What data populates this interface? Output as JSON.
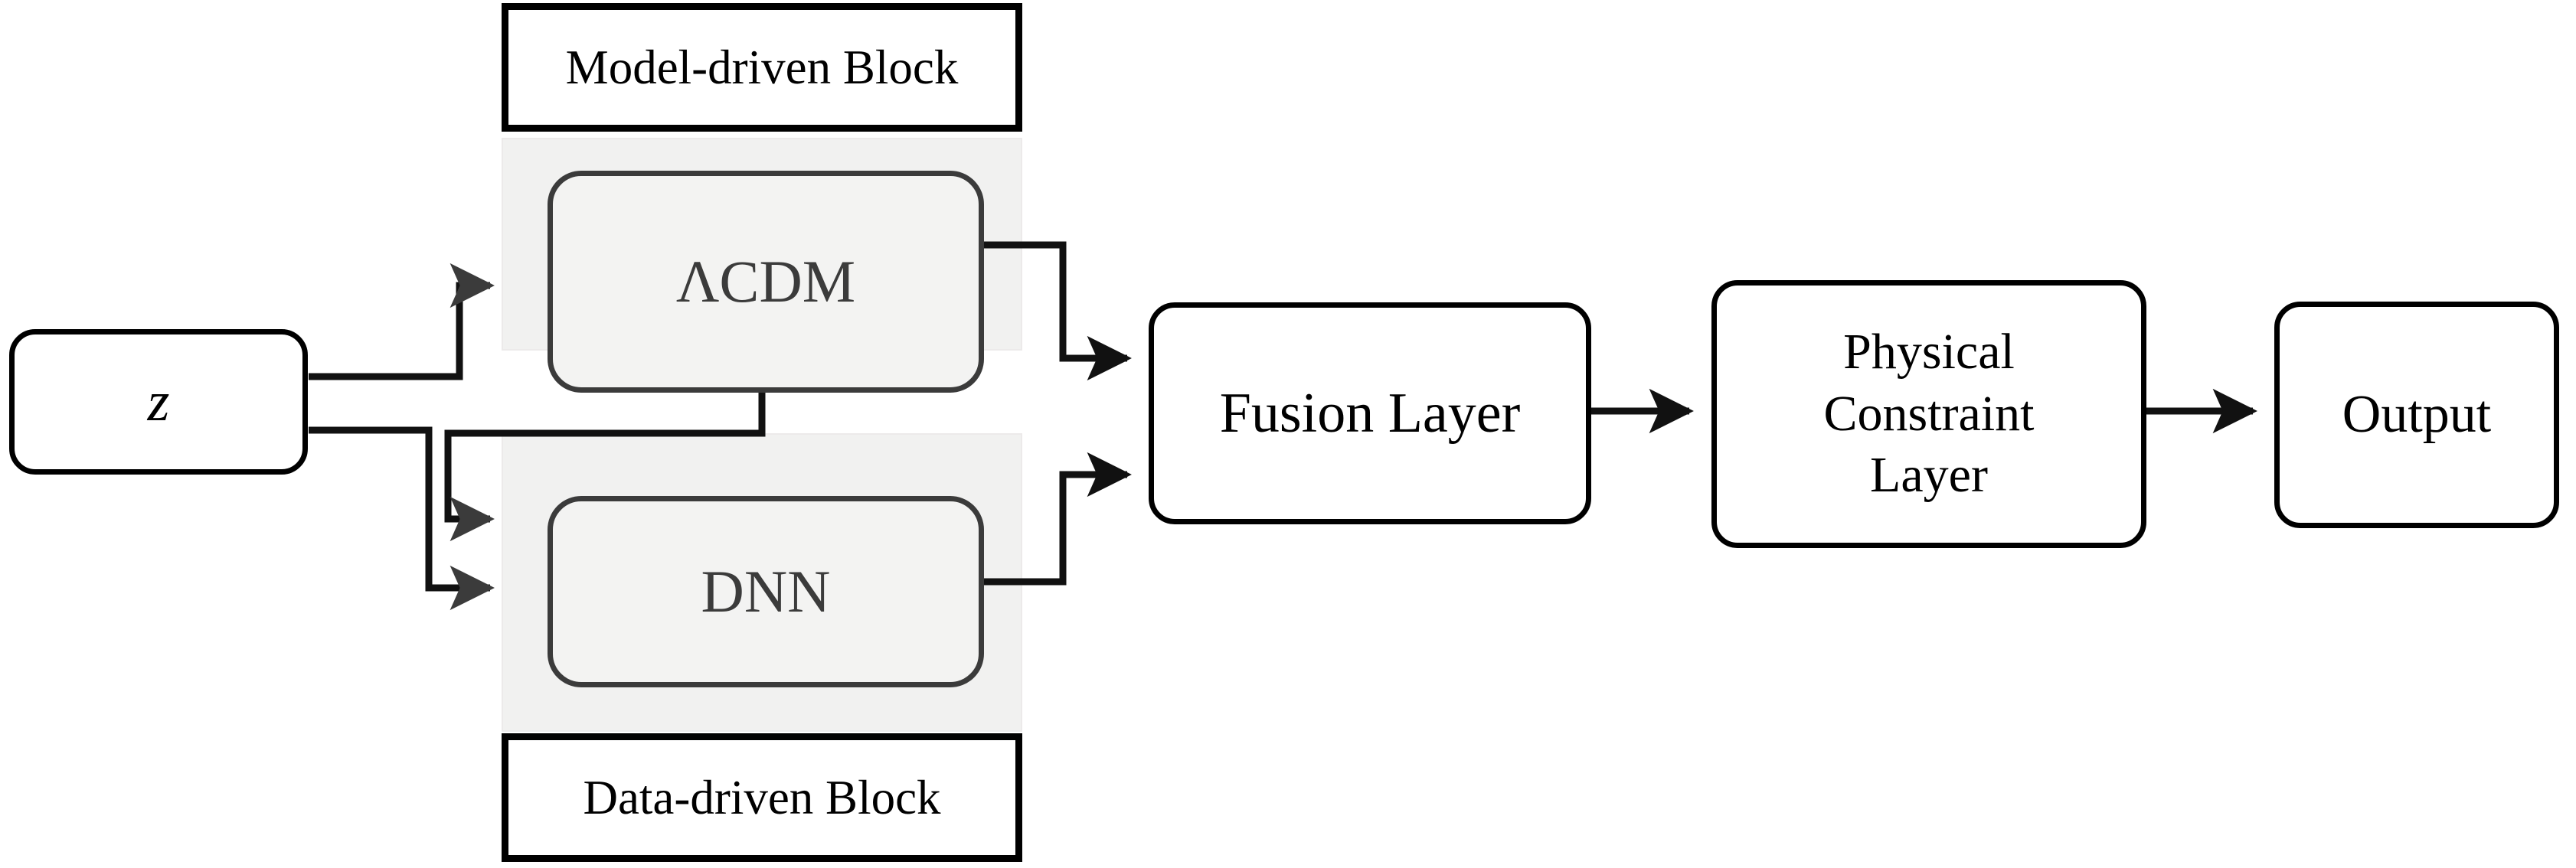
{
  "diagram": {
    "title_text": "",
    "colors": {
      "hard_border": "#000000",
      "soft_border": "#3b3b3b",
      "panel_fill": "#f1f1f0",
      "node_soft_fill": "#f3f3f2",
      "background": "#ffffff"
    }
  },
  "groups": {
    "model_driven": {
      "label": "Model-driven Block"
    },
    "data_driven": {
      "label": "Data-driven Block"
    }
  },
  "nodes": {
    "input": {
      "label": "z"
    },
    "lcdm": {
      "label": "ΛCDM"
    },
    "dnn": {
      "label": "DNN"
    },
    "fusion": {
      "label": "Fusion Layer"
    },
    "constraint": {
      "line1": "Physical",
      "line2": "Constraint",
      "line3": "Layer"
    },
    "output": {
      "label": "Output"
    }
  },
  "edges": [
    {
      "from": "z",
      "to": "ΛCDM",
      "kind": "arrow"
    },
    {
      "from": "z",
      "to": "DNN",
      "kind": "arrow"
    },
    {
      "from": "ΛCDM",
      "to": "DNN",
      "kind": "arrow"
    },
    {
      "from": "ΛCDM",
      "to": "Fusion Layer",
      "kind": "arrow"
    },
    {
      "from": "DNN",
      "to": "Fusion Layer",
      "kind": "arrow"
    },
    {
      "from": "Fusion Layer",
      "to": "Physical Constraint Layer",
      "kind": "arrow"
    },
    {
      "from": "Physical Constraint Layer",
      "to": "Output",
      "kind": "arrow"
    }
  ]
}
